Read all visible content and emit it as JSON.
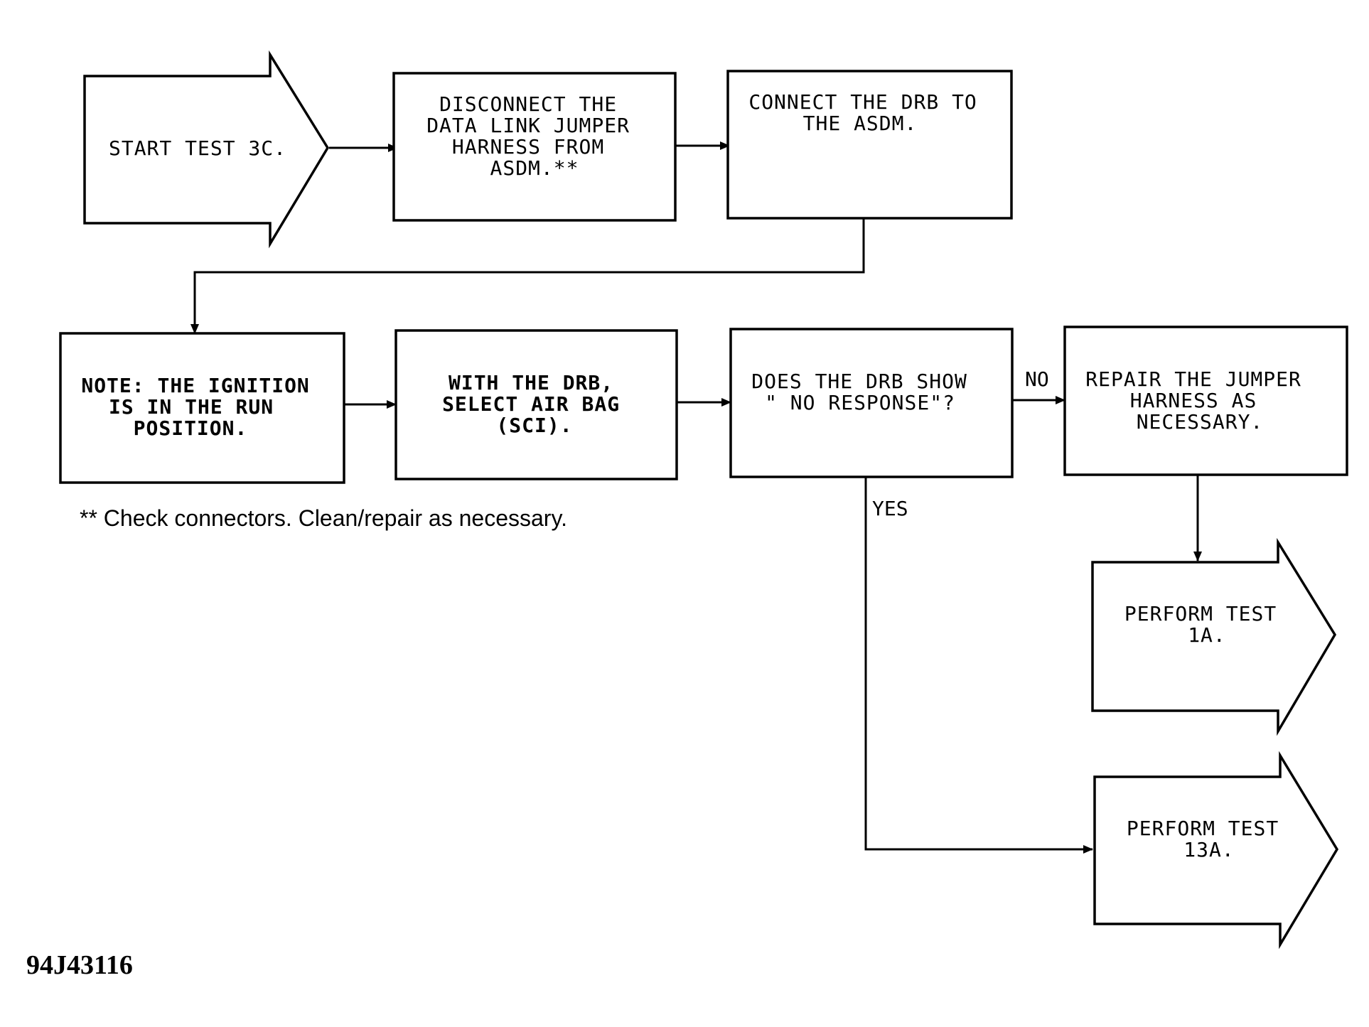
{
  "nodes": {
    "start": {
      "lines": [
        "START TEST 3C."
      ]
    },
    "disconnect": {
      "lines": [
        "DISCONNECT THE",
        "DATA LINK JUMPER",
        "HARNESS FROM",
        "ASDM.**"
      ]
    },
    "connect": {
      "lines": [
        "CONNECT THE DRB TO",
        "THE ASDM."
      ]
    },
    "note": {
      "lines": [
        "NOTE: THE IGNITION",
        "IS IN THE RUN",
        "POSITION."
      ]
    },
    "select": {
      "lines": [
        "WITH THE DRB,",
        "SELECT AIR BAG",
        "(SCI)."
      ]
    },
    "decision": {
      "lines": [
        "DOES THE DRB SHOW",
        "\" NO RESPONSE\"?"
      ]
    },
    "repair": {
      "lines": [
        "REPAIR THE JUMPER",
        "HARNESS AS",
        "NECESSARY."
      ]
    },
    "test_1a": {
      "lines": [
        "PERFORM TEST",
        "1A."
      ]
    },
    "test_13a": {
      "lines": [
        "PERFORM TEST",
        "13A."
      ]
    }
  },
  "branches": {
    "no": "NO",
    "yes": "YES"
  },
  "footnote": "** Check connectors. Clean/repair as necessary.",
  "figure_id": "94J43116"
}
